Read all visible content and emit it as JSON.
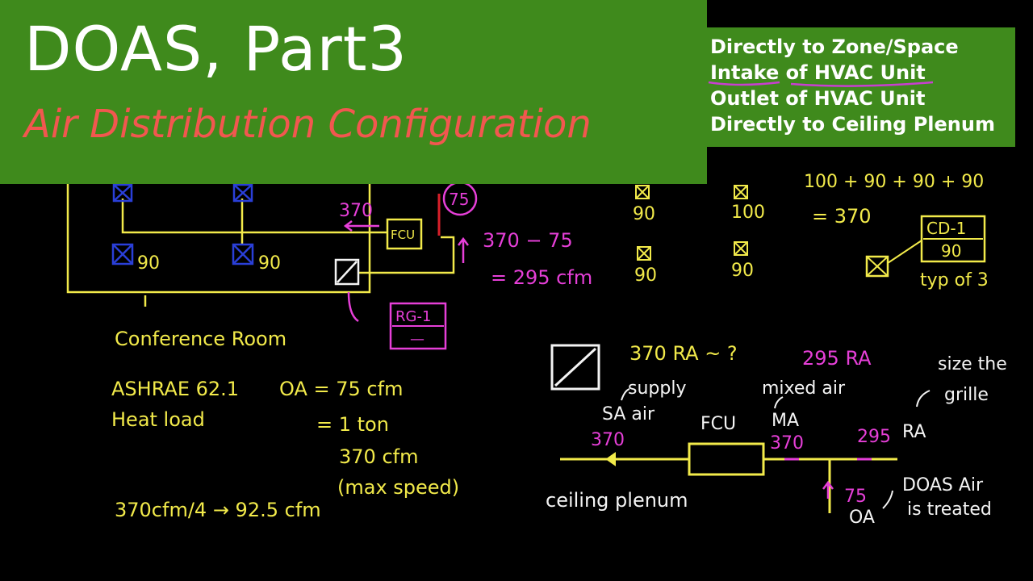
{
  "title": {
    "main": "DOAS, Part3",
    "sub": "Air Distribution Configuration"
  },
  "options": [
    "Directly to Zone/Space",
    "Intake of HVAC Unit",
    "Outlet of HVAC Unit",
    "Directly to Ceiling Plenum"
  ],
  "plan": {
    "diffuser_1": "90",
    "diffuser_2": "90",
    "fcu": "FCU",
    "supply_370": "370",
    "oa_75": "75",
    "calc_1": "370 − 75",
    "calc_2": "= 295 cfm",
    "grille_tag_top": "RG-1",
    "grille_tag_bottom": "—",
    "room": "Conference Room"
  },
  "notes": {
    "line1_left": "ASHRAE 62.1",
    "line1_right": "OA = 75 cfm",
    "line2_left": "Heat load",
    "line2_right": "= 1 ton",
    "line3": "370 cfm",
    "line4": "(max speed)",
    "line5": "370cfm/4 → 92.5 cfm"
  },
  "grid": {
    "d1": "90",
    "d2": "100",
    "d3": "90",
    "d4": "90",
    "sum": "100 + 90 + 90 + 90",
    "sum_result": "= 370",
    "cd_tag_top": "CD-1",
    "cd_tag_bottom": "90",
    "typ": "typ of 3"
  },
  "schematic": {
    "question": "370 RA ~ ?",
    "ra_295": "295 RA",
    "mixed_air": "mixed air",
    "size_grille_1": "size the",
    "size_grille_2": "grille",
    "supply_air_1": "supply",
    "supply_air_2": "SA  air",
    "fcu": "FCU",
    "ma": "MA",
    "sa_370": "370",
    "ma_370": "370",
    "ra_295_num": "295",
    "ra": "RA",
    "ceiling": "ceiling plenum",
    "oa_75": "75",
    "oa": "OA",
    "doas_1": "DOAS Air",
    "doas_2": "is treated"
  }
}
